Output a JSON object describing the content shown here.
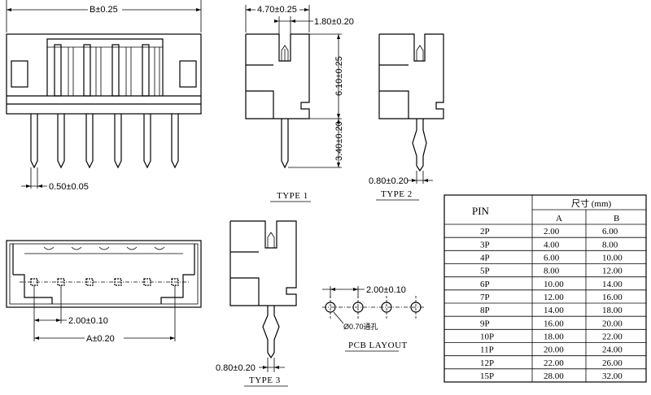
{
  "dimensions": {
    "b": "B±0.25",
    "w470": "4.70±0.25",
    "w180": "1.80±0.20",
    "h610": "6.10±0.25",
    "h340": "3.40±0.20",
    "pin050": "0.50±0.05",
    "pin080_t2": "0.80±0.20",
    "pitch_bottom": "2.00±0.10",
    "a": "A±0.20",
    "pin080_t3": "0.80±0.20",
    "pitch_pcb": "2.00±0.10",
    "hole": "Ø0.70通孔"
  },
  "labels": {
    "type1": "TYPE 1",
    "type2": "TYPE 2",
    "type3": "TYPE 3",
    "pcb": "PCB LAYOUT"
  },
  "table": {
    "pin_header": "PIN",
    "size_header": "尺寸 (mm)",
    "col_a": "A",
    "col_b": "B",
    "rows": [
      {
        "pin": "2P",
        "a": "2.00",
        "b": "6.00"
      },
      {
        "pin": "3P",
        "a": "4.00",
        "b": "8.00"
      },
      {
        "pin": "4P",
        "a": "6.00",
        "b": "10.00"
      },
      {
        "pin": "5P",
        "a": "8.00",
        "b": "12.00"
      },
      {
        "pin": "6P",
        "a": "10.00",
        "b": "14.00"
      },
      {
        "pin": "7P",
        "a": "12.00",
        "b": "16.00"
      },
      {
        "pin": "8P",
        "a": "14.00",
        "b": "18.00"
      },
      {
        "pin": "9P",
        "a": "16.00",
        "b": "20.00"
      },
      {
        "pin": "10P",
        "a": "18.00",
        "b": "22.00"
      },
      {
        "pin": "11P",
        "a": "20.00",
        "b": "24.00"
      },
      {
        "pin": "12P",
        "a": "22.00",
        "b": "26.00"
      },
      {
        "pin": "15P",
        "a": "28.00",
        "b": "32.00"
      }
    ]
  }
}
